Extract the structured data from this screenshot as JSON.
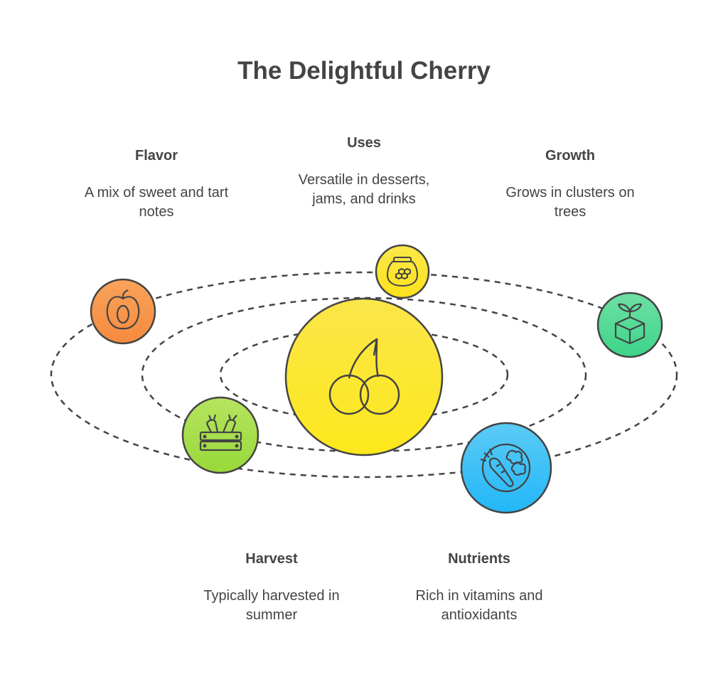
{
  "title": "The Delightful Cherry",
  "center": {
    "icon": "cherry-icon",
    "color": "#fde92c"
  },
  "topics": [
    {
      "key": "flavor",
      "title": "Flavor",
      "desc": [
        "A mix of sweet and tart",
        "notes"
      ],
      "icon": "apricot-icon",
      "color": "#f79a4c"
    },
    {
      "key": "uses",
      "title": "Uses",
      "desc": [
        "Versatile in desserts,",
        "jams, and drinks"
      ],
      "icon": "honey-jar-icon",
      "color": "#fbe837"
    },
    {
      "key": "growth",
      "title": "Growth",
      "desc": [
        "Grows in clusters on",
        "trees"
      ],
      "icon": "sprout-box-icon",
      "color": "#52d896"
    },
    {
      "key": "harvest",
      "title": "Harvest",
      "desc": [
        "Typically harvested in",
        "summer"
      ],
      "icon": "produce-crate-icon",
      "color": "#a9e04d"
    },
    {
      "key": "nutrients",
      "title": "Nutrients",
      "desc": [
        "Rich in vitamins and",
        "antioxidants"
      ],
      "icon": "vegetables-plate-icon",
      "color": "#38c2f7"
    }
  ]
}
